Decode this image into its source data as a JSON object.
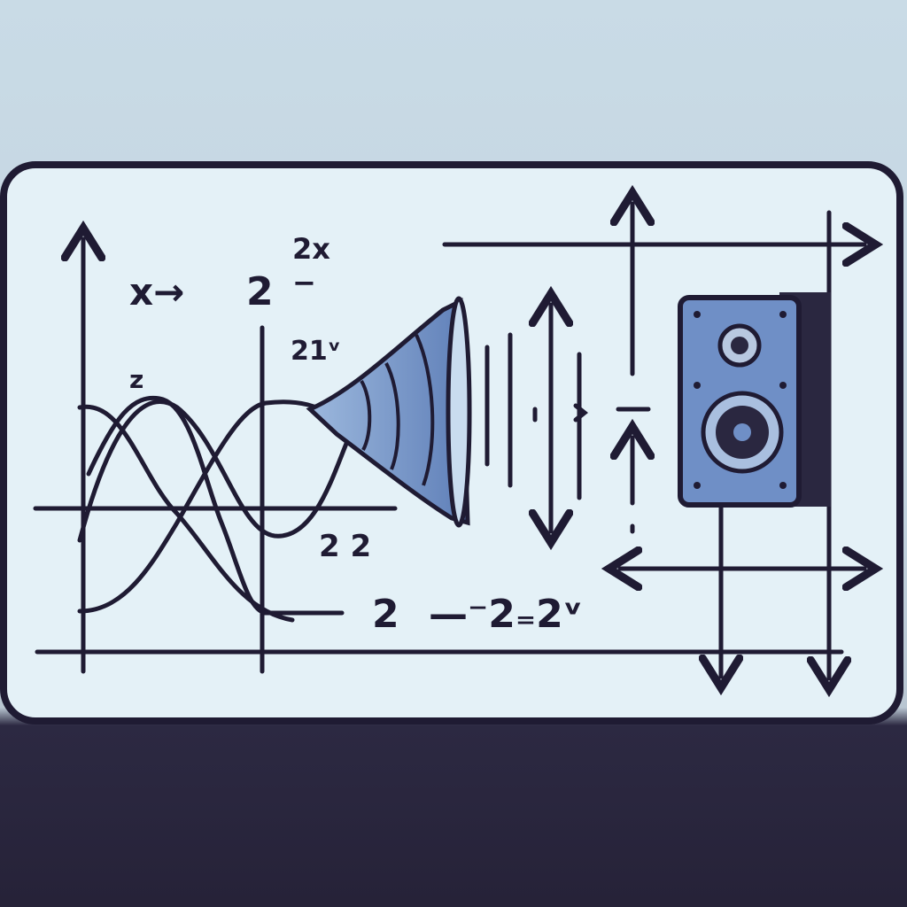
{
  "colors": {
    "background_top": "#c9dbe6",
    "background_bottom": "#262238",
    "card_fill": "#e4f1f7",
    "ink": "#1f1b33",
    "speaker_body": "#6f8fc6",
    "speaker_side": "#2a2740",
    "horn": "#7f9fcf"
  },
  "labels": {
    "top_left": "x→",
    "base": "2",
    "exponent": "2x",
    "small_minus": "−",
    "mid_left": "21ᵛ",
    "curve_label": "z",
    "pair": "2  2",
    "bottom_left": "2",
    "bottom_right": "—⁻2₌2ᵛ",
    "tick_label": "-"
  },
  "icons": {
    "horn": "horn-icon",
    "speaker": "speaker-icon",
    "tweeter": "tweeter-icon",
    "woofer": "woofer-icon"
  }
}
